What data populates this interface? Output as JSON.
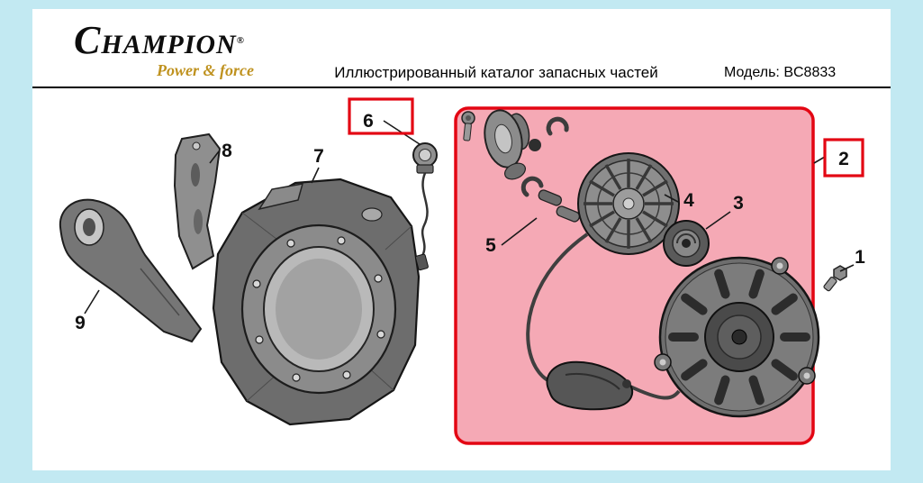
{
  "page": {
    "background_color": "#c2e9f2",
    "panel_color": "#ffffff"
  },
  "header": {
    "logo_first": "C",
    "logo_rest": "HAMPION",
    "logo_reg": "®",
    "logo_subtitle": "Power & force",
    "logo_gold_color": "#bf921f",
    "catalog_title": "Иллюстрированный каталог запасных частей",
    "model_label": "Модель: BC8833"
  },
  "diagram": {
    "highlight_fill": "#f5a9b5",
    "highlight_stroke": "#e30613",
    "callouts": [
      {
        "label": "1",
        "highlighted": false
      },
      {
        "label": "2",
        "highlighted": true
      },
      {
        "label": "3",
        "highlighted": false
      },
      {
        "label": "4",
        "highlighted": false
      },
      {
        "label": "5",
        "highlighted": false
      },
      {
        "label": "6",
        "highlighted": true
      },
      {
        "label": "7",
        "highlighted": false
      },
      {
        "label": "8",
        "highlighted": false
      },
      {
        "label": "9",
        "highlighted": false
      }
    ]
  }
}
